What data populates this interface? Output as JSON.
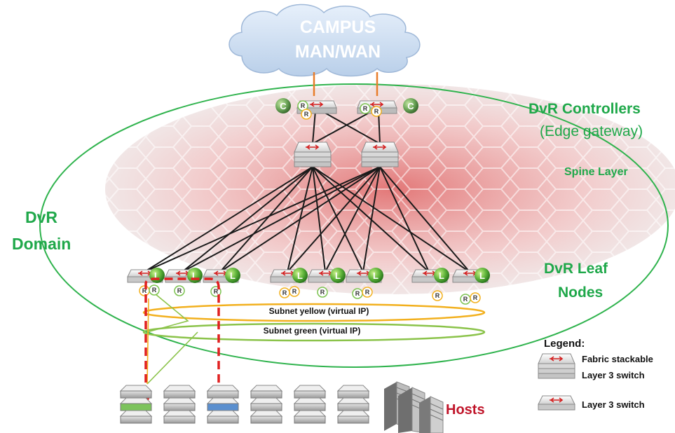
{
  "cloud_label": [
    "CAMPUS",
    "MAN/WAN"
  ],
  "labels": {
    "dvr_controllers": "DvR Controllers",
    "edge_gateway": "(Edge gateway)",
    "spine_layer": "Spine Layer",
    "dvr_domain_1": "DvR",
    "dvr_domain_2": "Domain",
    "dvr_leaf_1": "DvR Leaf",
    "dvr_leaf_2": "Nodes",
    "subnet_yellow": "Subnet yellow (virtual IP)",
    "subnet_green": "Subnet green (virtual IP)",
    "hosts": "Hosts"
  },
  "badges": {
    "controller": "C",
    "leaf": "L",
    "router": "R"
  },
  "legend": {
    "title": "Legend:",
    "fabric_1": "Fabric stackable",
    "fabric_2": "Layer 3 switch",
    "layer3": "Layer 3 switch"
  },
  "colors": {
    "accent_green": "#1fa84a",
    "hosts_red": "#c0152a",
    "subnet_yellow": "#f2b01e",
    "subnet_green": "#8bc34a",
    "cloud": "#cfe0f4",
    "arrow": "#e02020"
  },
  "icons": {
    "switch": "layer3-switch-icon",
    "fabric": "fabric-switch-icon",
    "host": "server-host-icon",
    "cloud": "cloud-icon"
  }
}
